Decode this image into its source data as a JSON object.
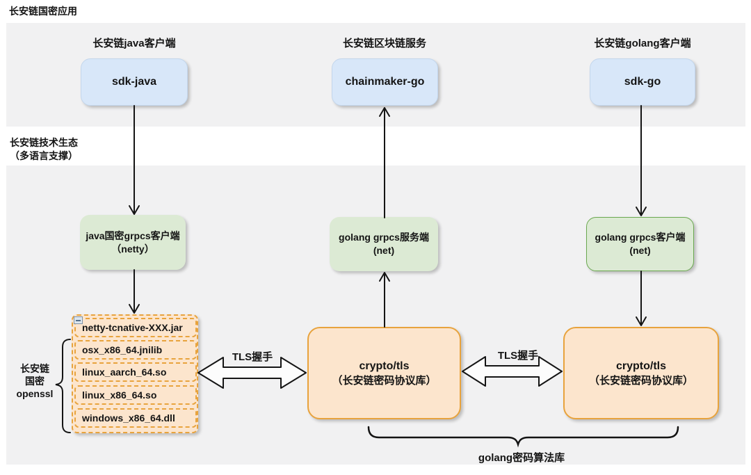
{
  "page": {
    "top_title": "长安链国密应用",
    "eco_label_line1": "长安链技术生态",
    "eco_label_line2": "（多语言支撑）"
  },
  "apps": {
    "java_client_label": "长安链java客户端",
    "java_client_box": "sdk-java",
    "chain_service_label": "长安链区块链服务",
    "chain_service_box": "chainmaker-go",
    "golang_client_label": "长安链golang客户端",
    "golang_client_box": "sdk-go"
  },
  "eco": {
    "java_grpc": {
      "line1": "java国密grpcs客户端",
      "line2": "（netty）"
    },
    "go_grpc_server": {
      "line1": "golang grpcs服务端",
      "line2": "(net)"
    },
    "go_grpc_client": {
      "line1": "golang grpcs客户端",
      "line2": "(net)"
    },
    "native_stack": {
      "items": [
        "netty-tcnative-XXX.jar",
        "osx_x86_64.jnilib",
        "linux_aarch_64.so",
        "linux_x86_64.so",
        "windows_x86_64.dll"
      ],
      "brace_label_line1": "长安链",
      "brace_label_line2": "国密",
      "brace_label_line3": "openssl"
    },
    "crypto_center": {
      "line1": "crypto/tls",
      "line2": "（长安链密码协议库）"
    },
    "crypto_right": {
      "line1": "crypto/tls",
      "line2": "（长安链密码协议库）"
    },
    "tls_left_label": "TLS握手",
    "tls_right_label": "TLS握手",
    "algo_brace_label": "golang密码算法库"
  },
  "colors": {
    "band_bg": "#f1f1f2",
    "blue_fill": "#d8e7f9",
    "green_fill": "#dcead4",
    "green_border": "#6aa84f",
    "orange_fill": "#fce5cd",
    "orange_border": "#e8a33d",
    "line": "#141414"
  }
}
